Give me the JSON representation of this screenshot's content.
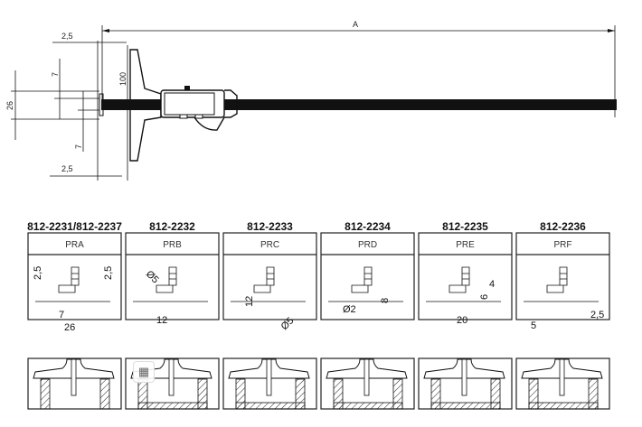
{
  "main_drawing": {
    "dimensions": {
      "length": "A",
      "top_offset": "2,5",
      "bottom_offset": "2,5",
      "upper_step": "7",
      "lower_step": "7",
      "base_height": "26",
      "base_depth": "100"
    }
  },
  "probes": [
    {
      "model": "812-2231/812-2237",
      "code": "PRA",
      "dims": [
        "2,5",
        "2,5",
        "7",
        "26"
      ]
    },
    {
      "model": "812-2232",
      "code": "PRB",
      "dims": [
        "Ø5",
        "12"
      ]
    },
    {
      "model": "812-2233",
      "code": "PRC",
      "dims": [
        "12",
        "Ø5"
      ]
    },
    {
      "model": "812-2234",
      "code": "PRD",
      "dims": [
        "Ø2",
        "8"
      ]
    },
    {
      "model": "812-2235",
      "code": "PRE",
      "dims": [
        "4",
        "6",
        "20"
      ]
    },
    {
      "model": "812-2236",
      "code": "PRF",
      "dims": [
        "5",
        "2,5"
      ]
    }
  ],
  "overlay": {
    "icon": "table-grid-icon"
  }
}
